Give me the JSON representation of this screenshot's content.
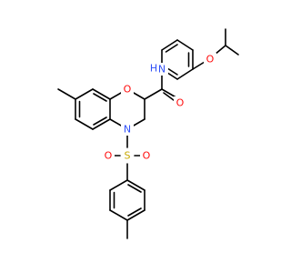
{
  "colors": {
    "bond": "#000000",
    "oxygen": "#ff0d0d",
    "nitrogen": "#3050f8",
    "sulfur": "#c8a800",
    "background": "#ffffff"
  },
  "atoms": {
    "o_ring": "O",
    "o_amide": "O",
    "nh_amide": "N",
    "nh_h": "H",
    "o_ether": "O",
    "n_ring": "N",
    "s_sulfonyl": "S",
    "o_sulfonyl_left": "O",
    "o_sulfonyl_right": "O"
  }
}
